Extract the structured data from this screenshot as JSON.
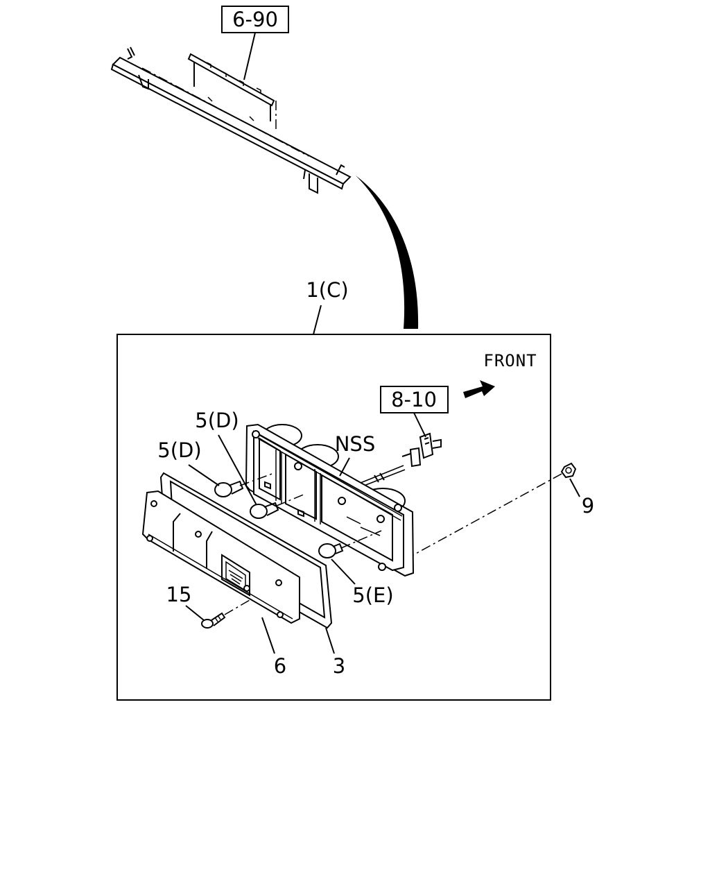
{
  "refs": {
    "ref_6_90": "6-90",
    "ref_8_10": "8-10"
  },
  "labels": {
    "assembly": "1(C)",
    "front": "FRONT",
    "nss": "NSS",
    "bulb_d_upper": "5(D)",
    "bulb_d_lower": "5(D)",
    "bulb_e": "5(E)",
    "nut": "9",
    "screw": "15",
    "lens": "6",
    "gasket": "3"
  }
}
